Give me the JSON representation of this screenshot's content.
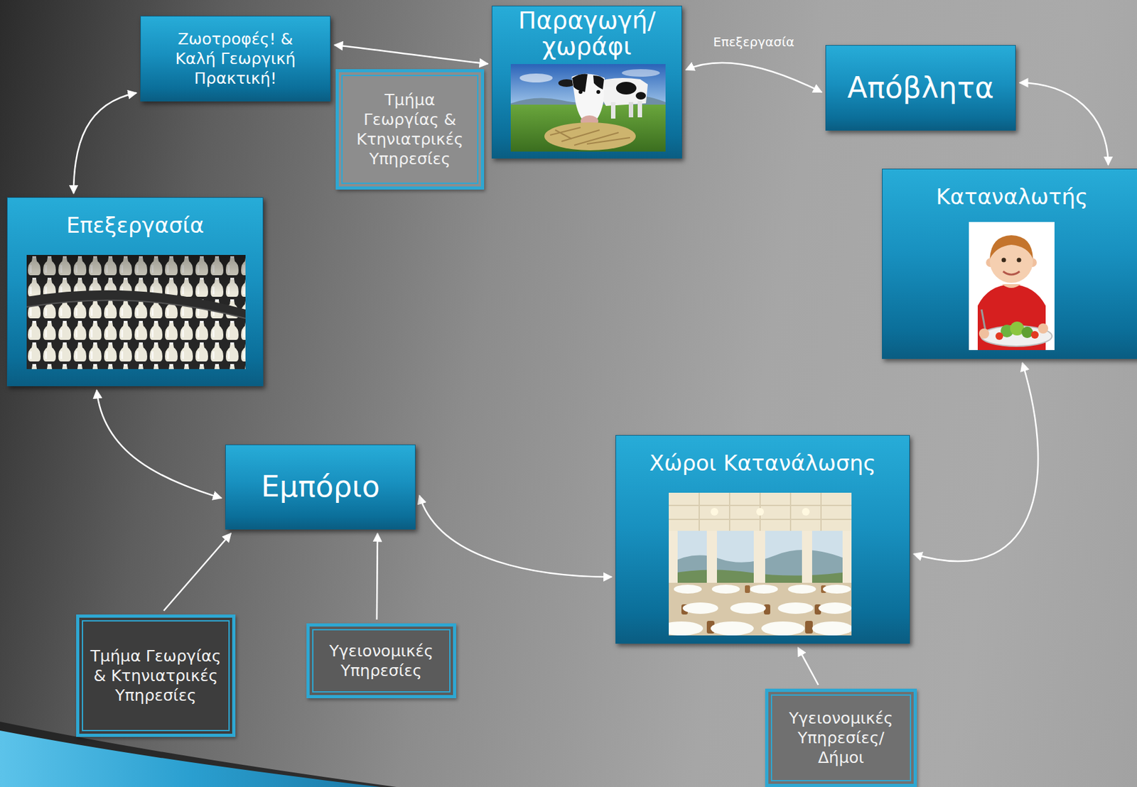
{
  "diagram": {
    "nodes": [
      {
        "text": [
          "Ζωοτροφές! & Καλή Γεωργική Πρακτική!"
        ]
      },
      {
        "text": [
          "Τμήμα Γεωργίας & Κτηνιατρικές Υπηρεσίες"
        ]
      },
      {
        "text": [
          "Παραγωγή/ χωράφι"
        ]
      },
      {
        "text": [
          "Απόβλητα"
        ]
      },
      {
        "text": [
          "Καταναλωτής"
        ]
      },
      {
        "text": [
          "Επεξεργασία"
        ]
      },
      {
        "text": [
          "Εμπόριο"
        ]
      },
      {
        "text": [
          "Χώροι Κατανάλωσης"
        ]
      },
      {
        "text": [
          "Τμήμα Γεωργίας & Κτηνιατρικές Υπηρεσίες"
        ]
      },
      {
        "text": [
          "Υγειονομικές Υπηρεσίες"
        ]
      },
      {
        "text": [
          "Υγειονομικές Υπηρεσίες/ Δήμοι"
        ]
      }
    ],
    "edges": [
      {
        "from": 0,
        "to": 2,
        "arrow": "both"
      },
      {
        "from": 2,
        "to": 3,
        "label": "Επεξεργασία",
        "arrow": "both"
      },
      {
        "from": 3,
        "to": 4,
        "arrow": "both"
      },
      {
        "from": 4,
        "to": 7,
        "arrow": "both"
      },
      {
        "from": 7,
        "to": 6,
        "arrow": "both"
      },
      {
        "from": 6,
        "to": 5,
        "arrow": "both"
      },
      {
        "from": 5,
        "to": 0,
        "arrow": "both"
      },
      {
        "from": 8,
        "to": 6,
        "arrow": "to"
      },
      {
        "from": 9,
        "to": 6,
        "arrow": "to"
      },
      {
        "from": 10,
        "to": 7,
        "arrow": "to"
      }
    ]
  }
}
